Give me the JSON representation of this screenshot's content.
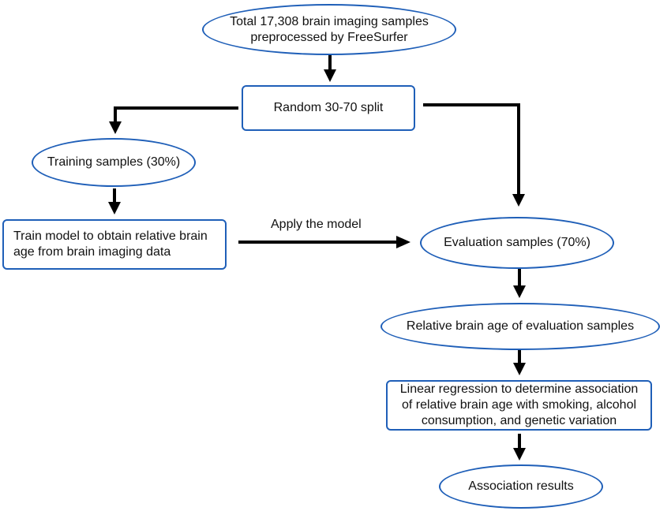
{
  "nodes": {
    "total": "Total 17,308 brain imaging samples\npreprocessed by FreeSurfer",
    "split": "Random 30-70 split",
    "training": "Training samples (30%)",
    "train_model": "Train model to obtain relative brain\nage from  brain imaging data",
    "evaluation": "Evaluation samples (70%)",
    "relative_age": "Relative brain age of evaluation samples",
    "regression": "Linear regression to determine association\nof relative brain age with smoking, alcohol\nconsumption, and genetic variation",
    "results": "Association results"
  },
  "edge_labels": {
    "apply_model": "Apply the model"
  },
  "colors": {
    "node_border": "#1f5fb8",
    "arrow": "#000000"
  }
}
